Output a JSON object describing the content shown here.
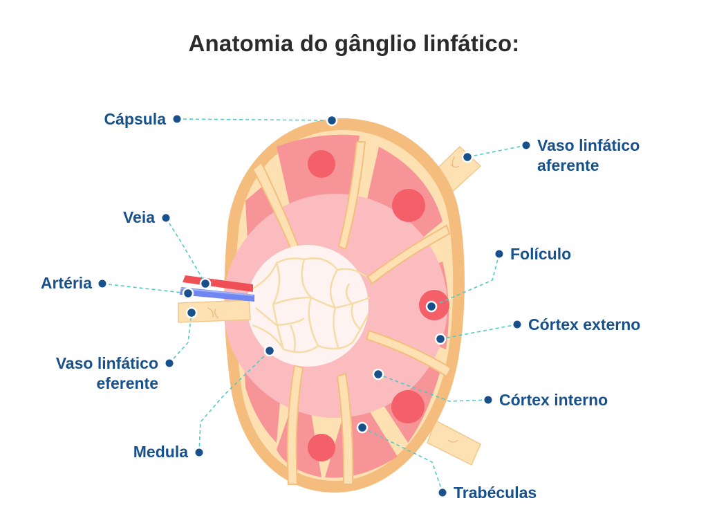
{
  "title": "Anatomia do gânglio linfático:",
  "colors": {
    "label_text": "#17508b",
    "marker": "#17508b",
    "leader_line": "#4ecbc9",
    "capsule": "#f5bd7d",
    "trabecula": "#fde1b3",
    "outer_cortex": "#f79497",
    "follicle": "#f4606a",
    "inner_cortex": "#fbbcbf",
    "medulla": "#fff3f2",
    "vein": "#ef5056",
    "artery": "#6f86f3"
  },
  "labels": {
    "capsula": [
      "Cápsula"
    ],
    "veia": [
      "Veia"
    ],
    "arteria": [
      "Artéria"
    ],
    "vaso_eferente": [
      "Vaso linfático",
      "eferente"
    ],
    "medula": [
      "Medula"
    ],
    "vaso_aferente": [
      "Vaso linfático",
      "aferente"
    ],
    "foliculo": [
      "Folículo"
    ],
    "cortex_externo": [
      "Córtex externo"
    ],
    "cortex_interno": [
      "Córtex interno"
    ],
    "trabeculas": [
      "Trabéculas"
    ]
  }
}
